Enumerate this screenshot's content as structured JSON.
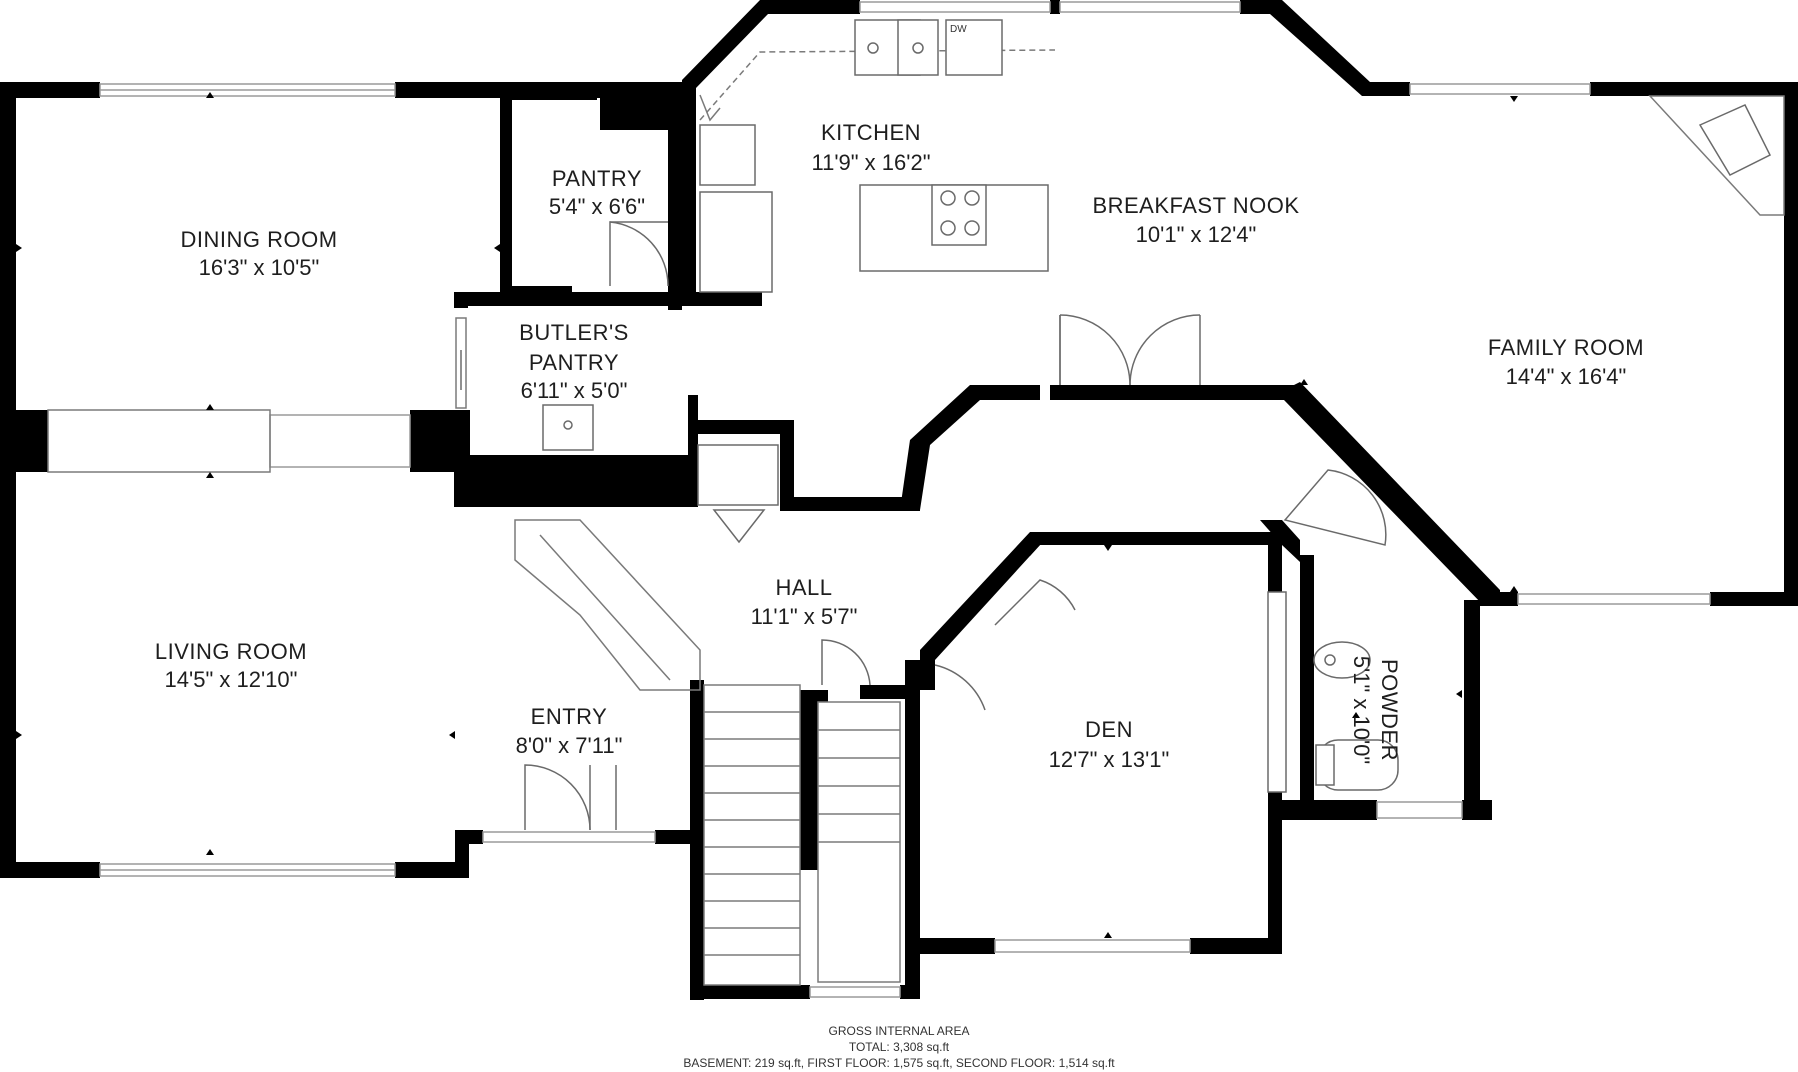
{
  "rooms": [
    {
      "id": "dining-room",
      "name": "DINING ROOM",
      "dims": "16'3\" x 10'5\""
    },
    {
      "id": "pantry",
      "name": "PANTRY",
      "dims": "5'4\" x 6'6\""
    },
    {
      "id": "kitchen",
      "name": "KITCHEN",
      "dims": "11'9\" x 16'2\""
    },
    {
      "id": "breakfast-nook",
      "name": "BREAKFAST NOOK",
      "dims": "10'1\" x 12'4\""
    },
    {
      "id": "family-room",
      "name": "FAMILY ROOM",
      "dims": "14'4\" x 16'4\""
    },
    {
      "id": "butlers-pantry",
      "name": "BUTLER'S",
      "name2": "PANTRY",
      "dims": "6'11\" x 5'0\""
    },
    {
      "id": "hall",
      "name": "HALL",
      "dims": "11'1\" x 5'7\""
    },
    {
      "id": "living-room",
      "name": "LIVING ROOM",
      "dims": "14'5\" x 12'10\""
    },
    {
      "id": "entry",
      "name": "ENTRY",
      "dims": "8'0\" x 7'11\""
    },
    {
      "id": "den",
      "name": "DEN",
      "dims": "12'7\" x 13'1\""
    },
    {
      "id": "powder",
      "name": "POWDER",
      "dims": "5'1\" x 10'0\""
    }
  ],
  "fixtures": {
    "dishwasher_label": "DW"
  },
  "area": {
    "title": "GROSS INTERNAL AREA",
    "total": "TOTAL: 3,308 sq.ft",
    "breakdown": "BASEMENT: 219 sq.ft, FIRST FLOOR: 1,575 sq.ft, SECOND FLOOR: 1,514 sq.ft"
  }
}
